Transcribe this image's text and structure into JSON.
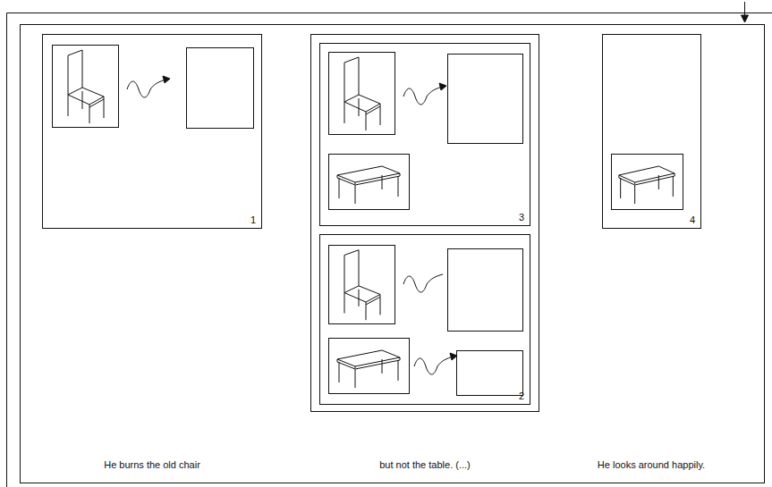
{
  "diagram": {
    "nodes": [
      {
        "text": [
          "1"
        ]
      },
      {
        "text": [
          "3"
        ]
      },
      {
        "text": [
          "2"
        ]
      },
      {
        "text": [
          "4"
        ]
      }
    ],
    "labels": [
      "He burns the old chair",
      "but not the table. (...)",
      "He looks around happily."
    ]
  }
}
